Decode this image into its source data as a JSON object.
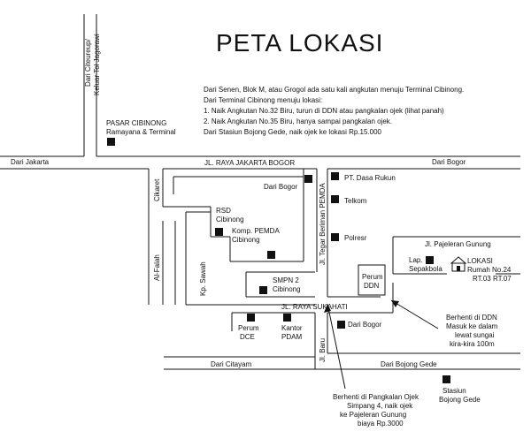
{
  "title": "PETA LOKASI",
  "directions": [
    "Dari Senen, Blok M, atau Grogol ada satu kali angkutan menuju Terminal Cibinong.",
    "Dari Terminal Cibinong menuju lokasi:",
    "1. Naik Angkutan No.32 Biru, turun di DDN atau pangkalan ojek (lihat panah)",
    "2. Naik Angkutan No.35 Biru, hanya sampai pangkalan ojek.",
    "Dari Stasiun Bojong Gede, naik ojek ke lokasi Rp.15.000"
  ],
  "roads": {
    "raya_jakarta_bogor": "JL. RAYA JAKARTA BOGOR",
    "raya_sukahati": "JL. RAYA SUKAHATI",
    "tegar_beriman": "Jl. Tegar Beriman PEMDA",
    "pajeleran": "Jl. Pajeleran Gunung",
    "cikaret": "Cikaret",
    "al_falah": "Al-Falah",
    "kp_sawah": "Kp. Sawah",
    "baru": "Jl. Baru"
  },
  "directions_labels": {
    "dari_citeureup_1": "Dari Citeureup/",
    "dari_citeureup_2": "Keluar Tol Jagorawi",
    "dari_jakarta": "Dari Jakarta",
    "dari_bogor_top": "Dari Bogor",
    "dari_bogor_mid": "Dari Bogor",
    "dari_bogor_low": "Dari Bogor",
    "dari_citayam": "Dari Citayam",
    "dari_bojong_gede": "Dari Bojong Gede"
  },
  "places": {
    "pasar_cibinong_1": "PASAR CIBINONG",
    "pasar_cibinong_2": "Ramayana & Terminal",
    "rsd_1": "RSD",
    "rsd_2": "Cibinong",
    "pemda_1": "Komp. PEMDA",
    "pemda_2": "Cibinong",
    "smpn_1": "SMPN 2",
    "smpn_2": "Cibinong",
    "perum_dce_1": "Perum",
    "perum_dce_2": "DCE",
    "kantor_pdam_1": "Kantor",
    "kantor_pdam_2": "PDAM",
    "dasa_rukun": "PT. Dasa Rukun",
    "telkom": "Telkom",
    "polresr": "Polresr",
    "perum_ddn_1": "Perum",
    "perum_ddn_2": "DDN",
    "lap_sepakbola_1": "Lap.",
    "lap_sepakbola_2": "Sepakbola",
    "lokasi_1": "LOKASI",
    "lokasi_2": "Rumah No.24",
    "lokasi_3": "RT.03 RT.07",
    "stasiun_1": "Stasiun",
    "stasiun_2": "Bojong Gede"
  },
  "notes": {
    "ddn_1": "Berhenti di DDN",
    "ddn_2": "Masuk ke dalam",
    "ddn_3": "lewat sungai",
    "ddn_4": "kira-kira 100m",
    "ojek_1": "Berhenti di Pangkalan Ojek",
    "ojek_2": "Simpang 4, naik ojek",
    "ojek_3": "ke Pajeleran Gunung",
    "ojek_4": "biaya Rp.3000"
  },
  "icons": {
    "landmark": "filled-square",
    "home": "house-icon",
    "pointer": "arrow-icon"
  }
}
